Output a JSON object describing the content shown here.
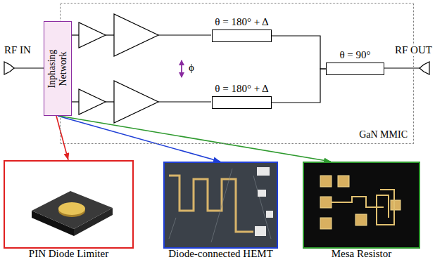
{
  "diagram": {
    "nodes": [
      {
        "text": [
          "Inphasing Network"
        ]
      },
      {
        "text": [
          "GaN MMIC"
        ]
      },
      {
        "text": [
          "θ = 180° + Δ"
        ],
        "in": 1
      },
      {
        "text": [
          "θ = 180° + Δ"
        ],
        "in": 1
      },
      {
        "text": [
          "θ = 90°"
        ],
        "in": 1
      },
      {
        "text": [
          "PIN Diode Limiter"
        ]
      },
      {
        "text": [
          "Diode-connected HEMT"
        ]
      },
      {
        "text": [
          "Mesa Resistor"
        ]
      }
    ],
    "edges": [
      {
        "from": 2,
        "to": 4,
        "arrow": "none"
      },
      {
        "from": 3,
        "to": 4,
        "arrow": "none"
      },
      {
        "from": 0,
        "to": 5,
        "arrow": "to"
      },
      {
        "from": 0,
        "to": 6,
        "arrow": "to"
      },
      {
        "from": 0,
        "to": 7,
        "arrow": "to"
      }
    ],
    "labels": [
      "RF IN",
      "RF OUT",
      "ϕ"
    ]
  }
}
